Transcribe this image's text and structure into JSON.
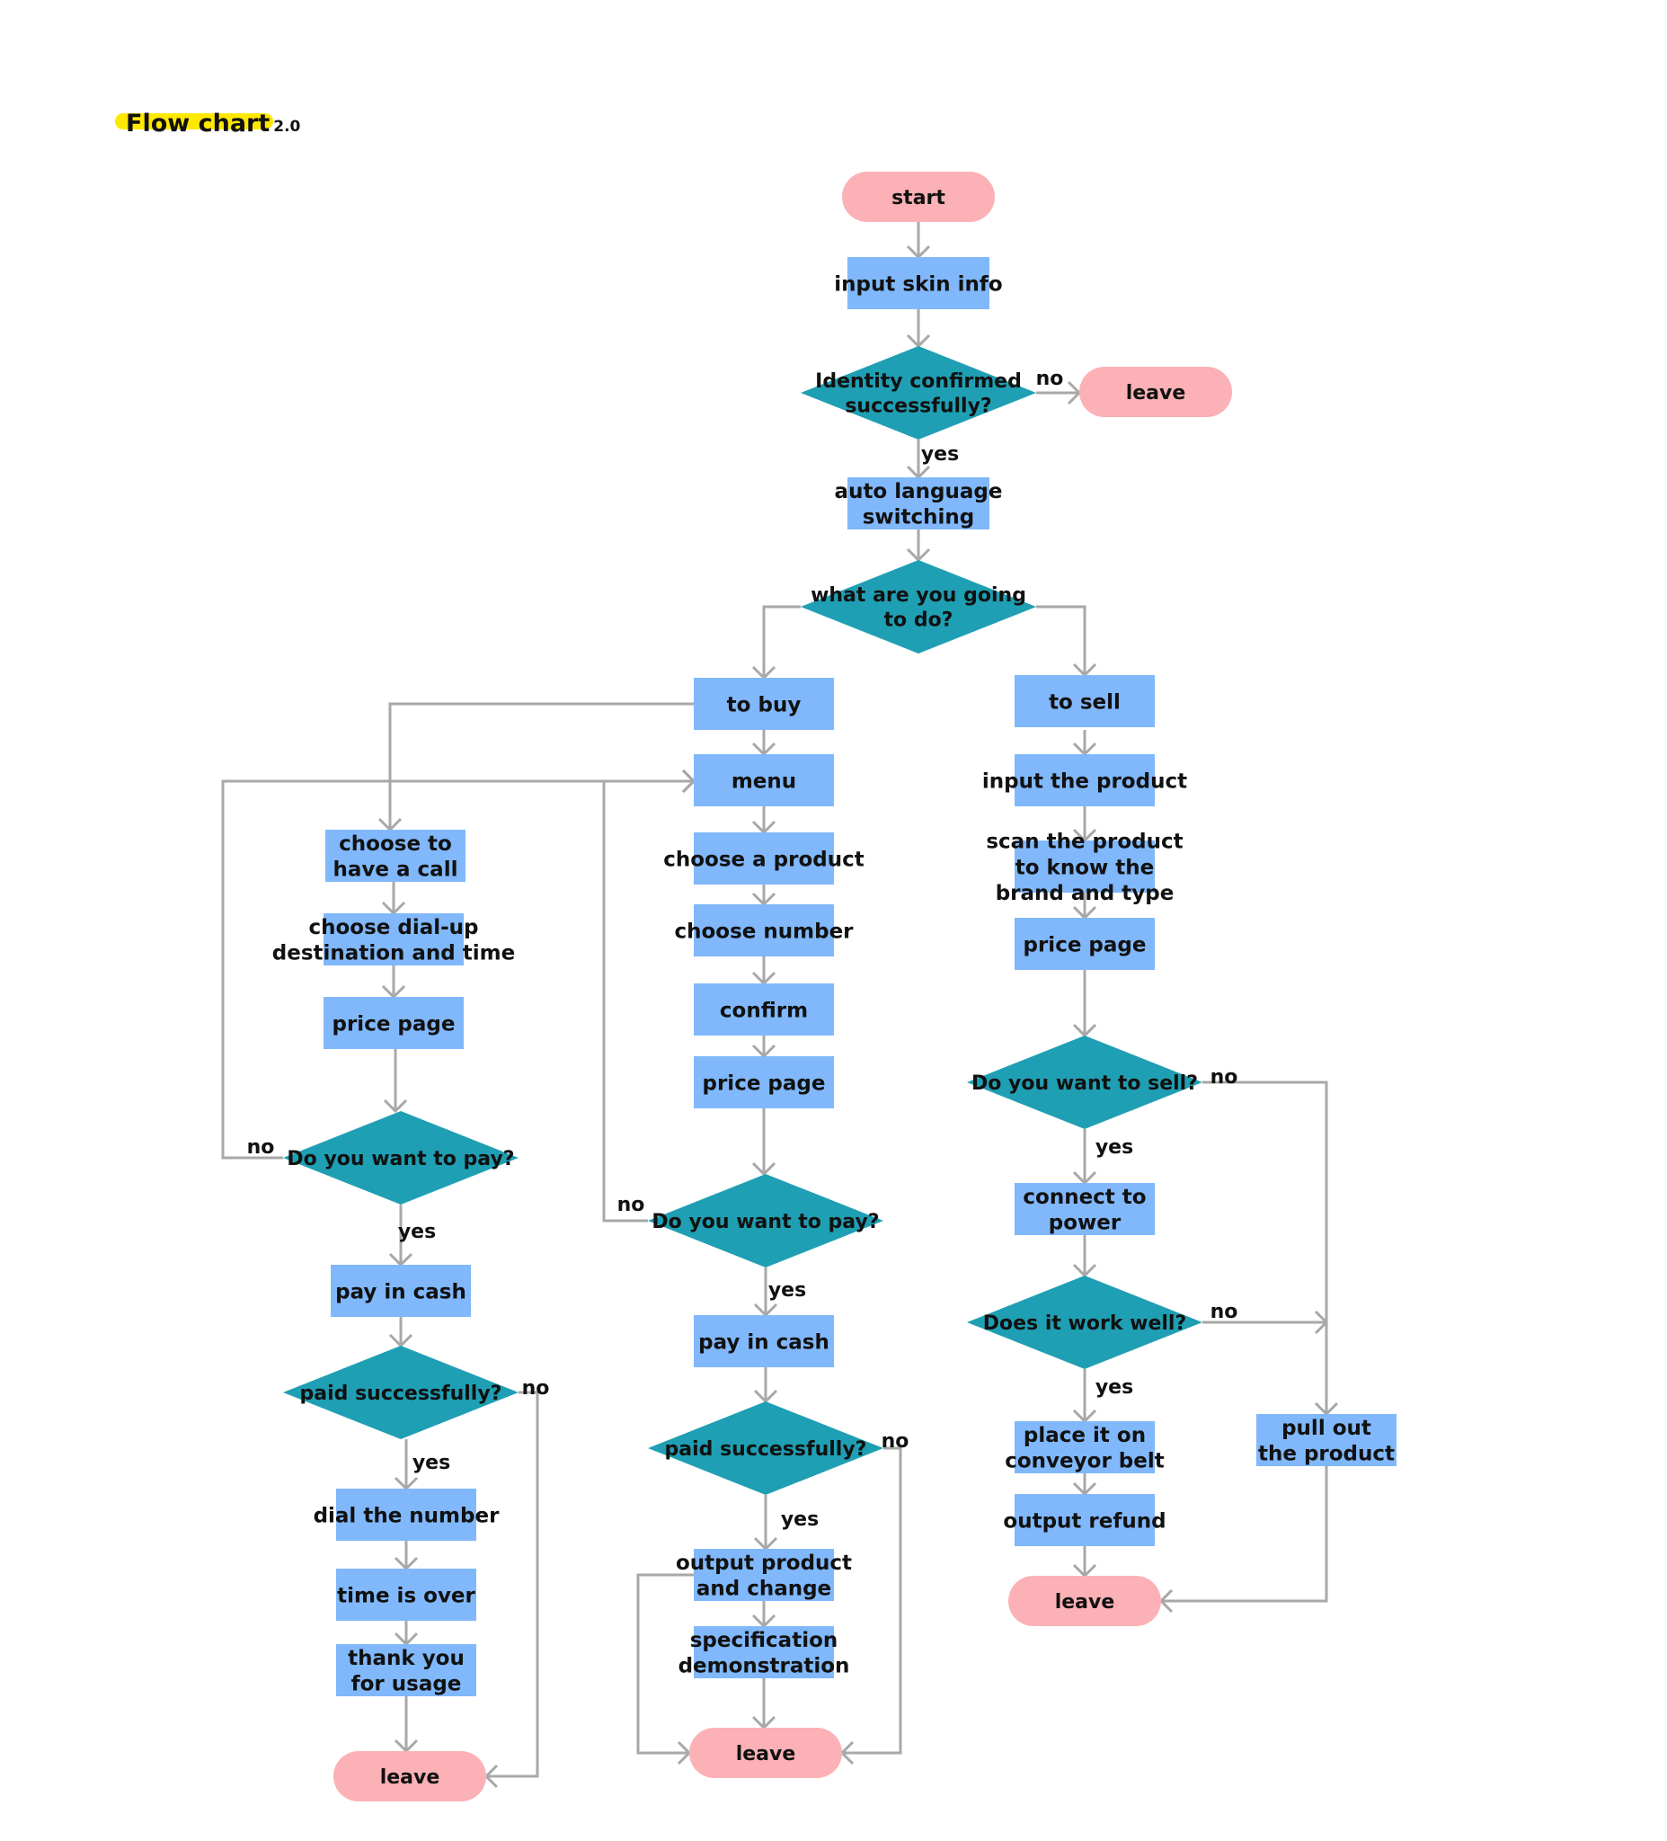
{
  "title": "Flow chart",
  "version": "2.0",
  "colors": {
    "terminal": "#fbb1b6",
    "process": "#80b8fb",
    "decision": "#1f9fb3",
    "connector": "#a8a8a8",
    "highlight": "#ffe800"
  },
  "nodes": {
    "start": "start",
    "input_skin_info": "input skin info",
    "identity_confirmed": "Identity confirmed successfully?",
    "leave_top": "leave",
    "auto_language": "auto language switching",
    "what_to_do": "what are you going to do?",
    "to_buy": "to buy",
    "to_sell": "to sell",
    "menu": "menu",
    "choose_product": "choose a product",
    "choose_number": "choose number",
    "confirm": "confirm",
    "price_page_mid": "price page",
    "pay_decision_mid": "Do you want to pay?",
    "pay_cash_mid": "pay in cash",
    "paid_mid": "paid successfully?",
    "output_product": "output product and change",
    "spec_demo": "specification demonstration",
    "leave_mid": "leave",
    "choose_call": "choose to have a call",
    "choose_dialup": "choose dial-up destination and time",
    "price_page_left": "price page",
    "pay_decision_left": "Do you want to pay?",
    "pay_cash_left": "pay in cash",
    "paid_left": "paid successfully?",
    "dial_number": "dial the number",
    "time_over": "time is over",
    "thank_you": "thank you for usage",
    "leave_left": "leave",
    "input_product": "input the product",
    "scan_product": "scan the product to know the brand and type",
    "price_page_right": "price page",
    "sell_decision": "Do you want to sell?",
    "connect_power": "connect to power",
    "work_well": "Does it work well?",
    "conveyor": "place it on conveyor belt",
    "output_refund": "output refund",
    "leave_right": "leave",
    "pull_out": "pull out the product"
  },
  "edge_labels": {
    "yes": "yes",
    "no": "no"
  }
}
